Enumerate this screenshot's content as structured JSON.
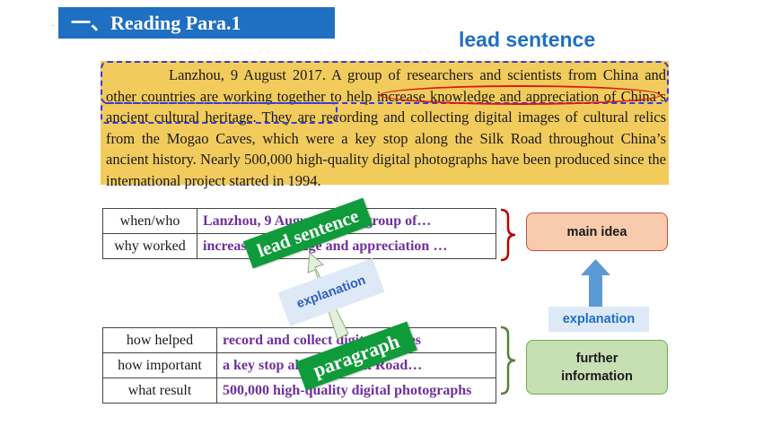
{
  "banner": {
    "title": "一、Reading Para.1"
  },
  "heading": {
    "lead_sentence": "lead sentence"
  },
  "paragraph": {
    "line1": "Lanzhou, 9 August 2017. A group of researchers and scientists from China",
    "line2_start": "and other countries are working together to ",
    "line2_circled": "help increase knowledge and appreciation",
    "line3_boxed": "of China’s ancient cultural heritage.",
    "rest": " They are recording and collecting digital images of cultural relics from the Mogao Caves, which were a key stop along the Silk Road throughout China’s ancient history. Nearly 500,000 high-quality digital photographs have been produced since the international project started in 1994."
  },
  "table_top": {
    "rows": [
      {
        "label": "when/who",
        "value": "Lanzhou, 9 August 2017   a group of…"
      },
      {
        "label": "why worked",
        "value": "increase knowledge and appreciation …"
      }
    ]
  },
  "table_bottom": {
    "rows": [
      {
        "label": "how helped",
        "value": "record and collect digital images"
      },
      {
        "label": "how important",
        "value": "a key stop along the Silk Road…"
      },
      {
        "label": "what result",
        "value": "500,000 high-quality digital photographs"
      }
    ]
  },
  "boxes": {
    "main_idea": "main idea",
    "further_line1": "further",
    "further_line2": "information"
  },
  "labels": {
    "explanation_right": "explanation",
    "explanation_mid": "explanation",
    "lead_sentence_tag": "lead sentence",
    "paragraph_tag": "paragraph"
  },
  "colors": {
    "banner": "#1f6fc2",
    "paragraph_bg": "#f1cb5c",
    "table_value": "#7030a0",
    "green_tag": "#0f9b3a",
    "main_idea_bg": "#f8cbad",
    "further_bg": "#c6e0b4",
    "dashed_outline": "#3b3bd6",
    "red_oval": "#e01515"
  }
}
